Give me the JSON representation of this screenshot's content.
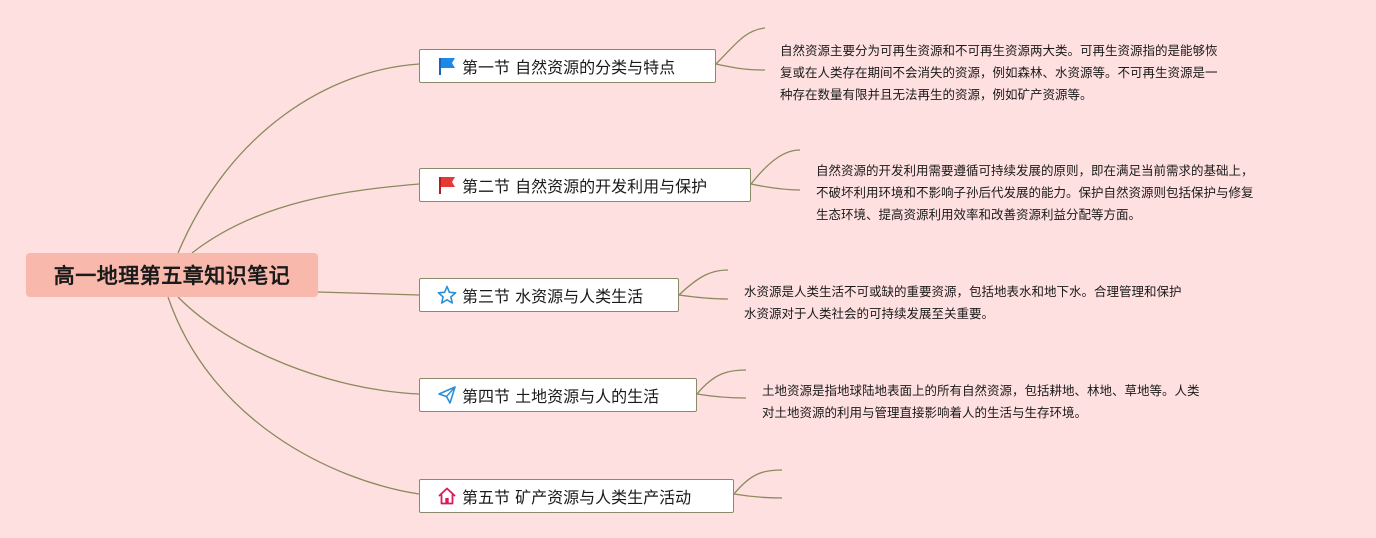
{
  "root": {
    "title": "高一地理第五章知识笔记"
  },
  "topics": [
    {
      "label": "第一节 自然资源的分类与特点",
      "icon": "blue-flag-icon",
      "note_lines": [
        "自然资源主要分为可再生资源和不可再生资源两大类。可再生资源指的是能够恢",
        "复或在人类存在期间不会消失的资源，例如森林、水资源等。不可再生资源是一",
        "种存在数量有限并且无法再生的资源，例如矿产资源等。"
      ]
    },
    {
      "label": "第二节 自然资源的开发利用与保护",
      "icon": "red-flag-icon",
      "note_lines": [
        "自然资源的开发利用需要遵循可持续发展的原则，即在满足当前需求的基础上，",
        "不破坏利用环境和不影响子孙后代发展的能力。保护自然资源则包括保护与修复",
        "生态环境、提高资源利用效率和改善资源利益分配等方面。"
      ]
    },
    {
      "label": "第三节 水资源与人类生活",
      "icon": "star-outline-icon",
      "note_lines": [
        "水资源是人类生活不可或缺的重要资源，包括地表水和地下水。合理管理和保护",
        "水资源对于人类社会的可持续发展至关重要。"
      ]
    },
    {
      "label": "第四节 土地资源与人的生活",
      "icon": "paper-plane-icon",
      "note_lines": [
        "土地资源是指地球陆地表面上的所有自然资源，包括耕地、林地、草地等。人类",
        "对土地资源的利用与管理直接影响着人的生活与生存环境。"
      ]
    },
    {
      "label": "第五节 矿产资源与人类生产活动",
      "icon": "house-icon",
      "note_lines": []
    }
  ],
  "colors": {
    "background": "#ffe0e0",
    "root_fill": "#f9b8ac",
    "connector": "#8a8a5c",
    "blue_flag": "#1e88e5",
    "red_flag": "#e53935",
    "star": "#2a8fd6",
    "plane": "#2a8fd6",
    "house": "#d81b60"
  }
}
